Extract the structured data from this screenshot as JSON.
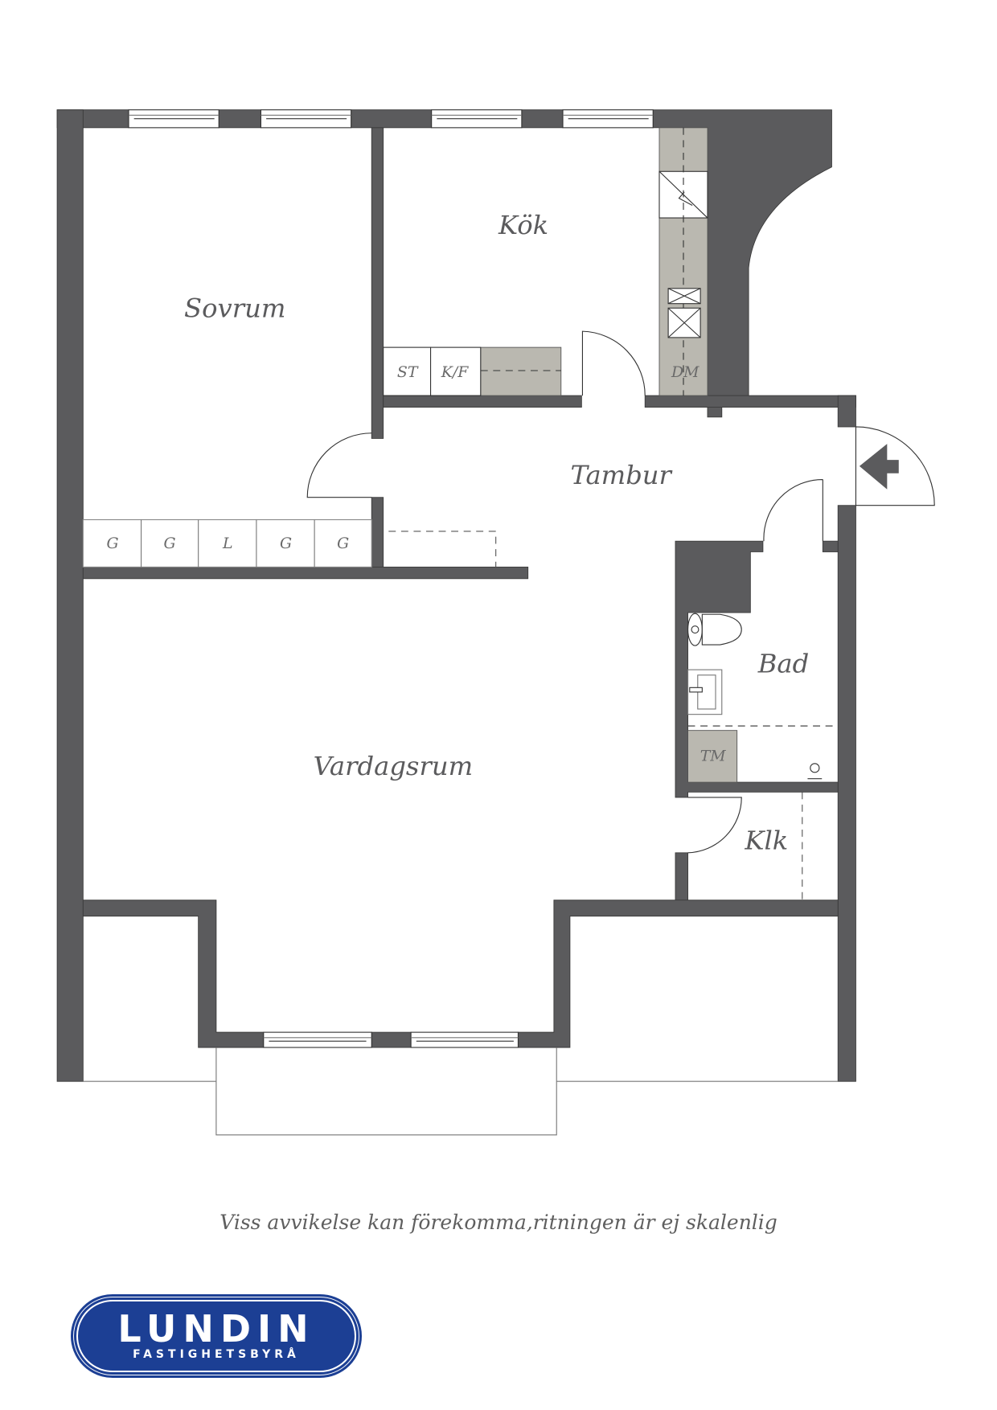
{
  "rooms": {
    "sovrum": "Sovrum",
    "kok": "Kök",
    "tambur": "Tambur",
    "vardagsrum": "Vardagsrum",
    "bad": "Bad",
    "klk": "Klk"
  },
  "fixtures": {
    "st": "ST",
    "kf": "K/F",
    "dm": "DM",
    "tm": "TM",
    "wardrobes": [
      "G",
      "G",
      "L",
      "G",
      "G"
    ]
  },
  "disclaimer": "Viss avvikelse kan förekomma,ritningen är ej skalenlig",
  "logo": {
    "main": "LUNDIN",
    "sub": "FASTIGHETSBYRÅ"
  },
  "icons": {
    "entrance": "entrance-arrow-icon"
  },
  "colors": {
    "wall": "#5b5b5d",
    "counter": "#bab8b0",
    "brand": "#1c3f94",
    "label": "#5b5b5d"
  }
}
